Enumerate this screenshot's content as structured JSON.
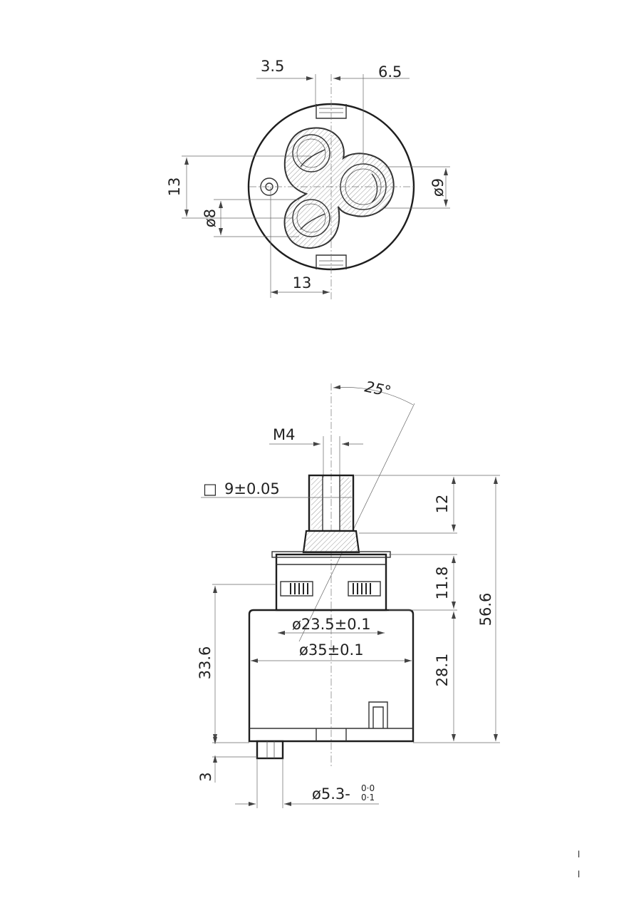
{
  "top_view": {
    "dim_left_offset": "3.5",
    "dim_right_offset": "6.5",
    "dim_vertical_spacing": "13",
    "dim_port_diameter": "ø8",
    "dim_outlet_diameter": "ø9",
    "dim_horizontal_spacing": "13"
  },
  "side_view": {
    "angle": "25°",
    "thread": "M4",
    "stem_square_symbol": "□",
    "stem_square": "9±0.05",
    "stem_height": "12",
    "cap_height": "11.8",
    "total_height": "56.6",
    "body_height": "28.1",
    "lower_height": "33.6",
    "pin_height": "3",
    "inner_diameter": "ø23.5±0.1",
    "outer_diameter": "ø35±0.1",
    "pin_diameter": "ø5.3-",
    "pin_tol_upper": "0·0",
    "pin_tol_lower": "0·1"
  },
  "margin_marks": [
    "l",
    "l"
  ]
}
